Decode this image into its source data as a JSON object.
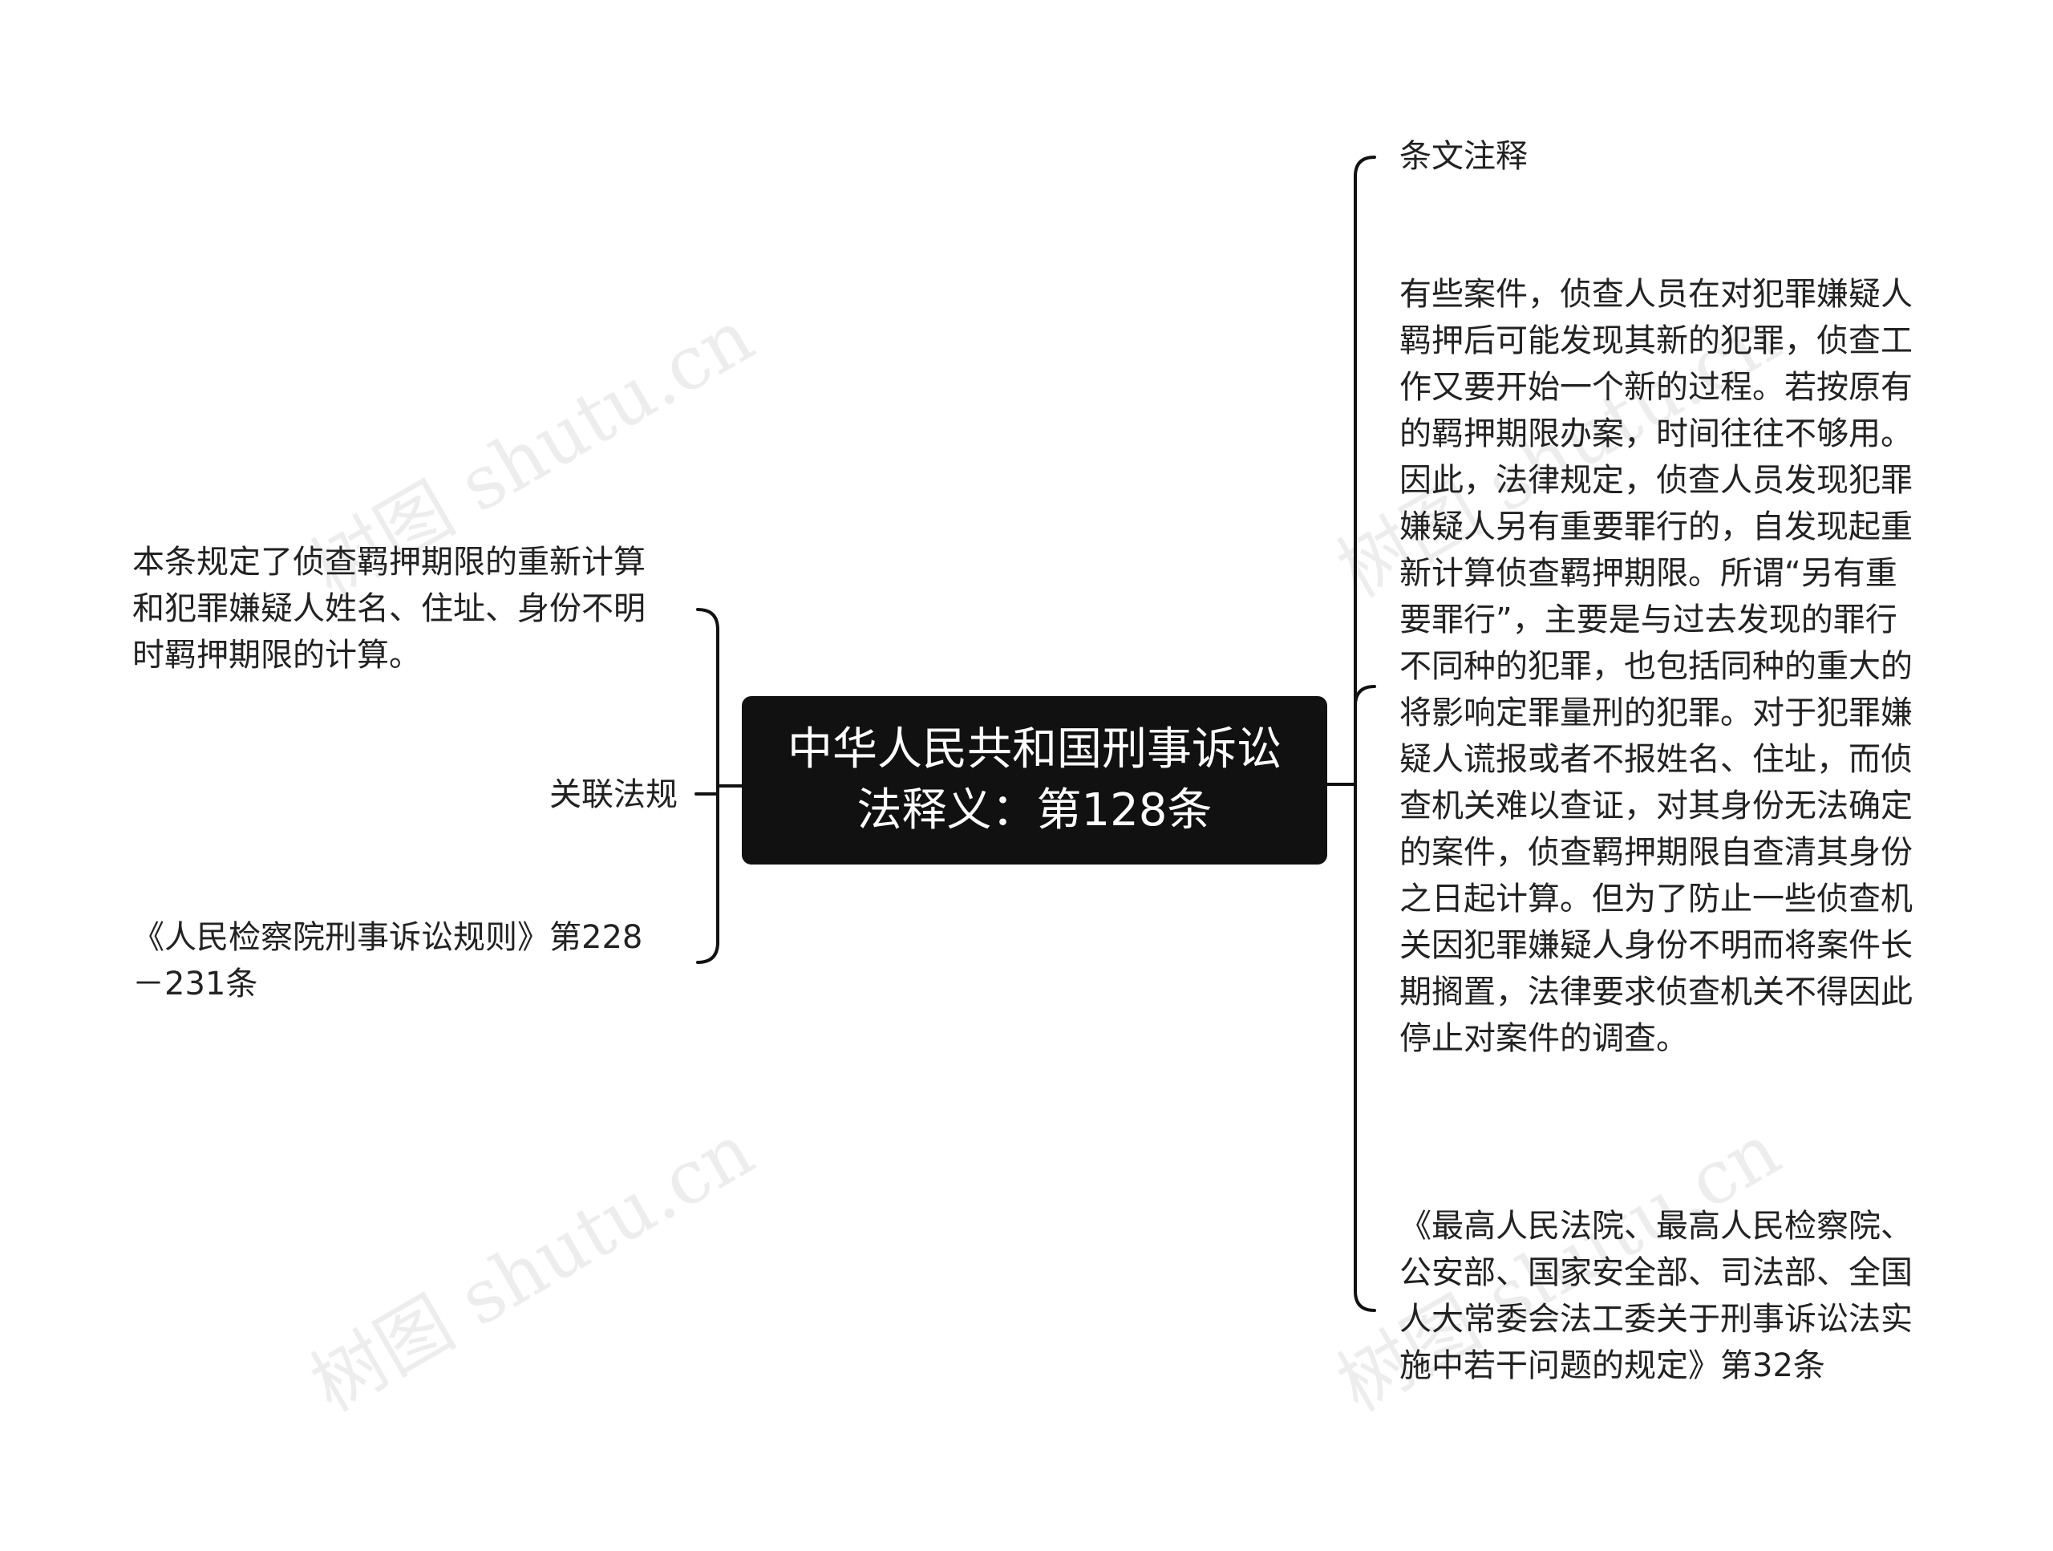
{
  "watermark": "树图 shutu.cn",
  "central": {
    "title": "中华人民共和国刑事诉讼法释义：第128条"
  },
  "left": {
    "summary": "本条规定了侦查羁押期限的重新计算和犯罪嫌疑人姓名、住址、身份不明时羁押期限的计算。",
    "related_label": "关联法规",
    "related_rule": "《人民检察院刑事诉讼规则》第228－231条"
  },
  "right": {
    "annotation_label": "条文注释",
    "annotation_text": "有些案件，侦查人员在对犯罪嫌疑人羁押后可能发现其新的犯罪，侦查工作又要开始一个新的过程。若按原有的羁押期限办案，时间往往不够用。因此，法律规定，侦查人员发现犯罪嫌疑人另有重要罪行的，自发现起重新计算侦查羁押期限。所谓“另有重要罪行”，主要是与过去发现的罪行不同种的犯罪，也包括同种的重大的将影响定罪量刑的犯罪。对于犯罪嫌疑人谎报或者不报姓名、住址，而侦查机关难以查证，对其身份无法确定的案件，侦查羁押期限自查清其身份之日起计算。但为了防止一些侦查机关因犯罪嫌疑人身份不明而将案件长期搁置，法律要求侦查机关不得因此停止对案件的调查。",
    "regulation": "《最高人民法院、最高人民检察院、公安部、国家安全部、司法部、全国人大常委会法工委关于刑事诉讼法实施中若干问题的规定》第32条"
  }
}
